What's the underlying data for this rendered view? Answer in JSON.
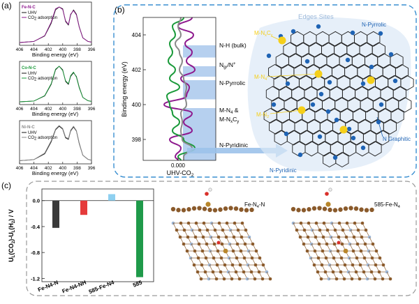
{
  "panels": {
    "a": {
      "label": "(a)"
    },
    "b": {
      "label": "(b)"
    },
    "c": {
      "label": "(c)"
    }
  },
  "colors": {
    "fe": "#8e1a8e",
    "co": "#1a9a3a",
    "ni": "#8a8a8a",
    "uhv": "#111111",
    "dash": "#3a8fd1",
    "band": "#a9c8ec",
    "pyr_n": "#1e63b4",
    "metal": "#f5cf1a",
    "c_label": "#1e63b4",
    "bar_feN": "#3a3a3a",
    "bar_NH": "#e53b3b",
    "bar_585Fe": "#8fd0f0",
    "bar_585": "#1f9a4a",
    "arrow": "#9cc2ea"
  },
  "chart_data": [
    {
      "id": "a-top",
      "type": "line",
      "legend": [
        "Fe-N-C",
        "UHV",
        "CO2 adsorption"
      ],
      "xlabel": "Binding energy (eV)",
      "xticks": [
        "406",
        "404",
        "402",
        "400",
        "398",
        "396"
      ],
      "xlim": [
        406,
        396
      ],
      "series": [
        {
          "name": "UHV",
          "x": [
            406,
            404,
            402.5,
            401.6,
            401,
            400.5,
            400,
            399.6,
            399.2,
            398.9,
            398.5,
            398.1,
            397.7,
            397.2,
            396.5,
            396
          ],
          "y": [
            0.02,
            0.05,
            0.2,
            0.55,
            0.92,
            1.0,
            0.95,
            0.6,
            0.5,
            0.78,
            0.92,
            0.8,
            0.45,
            0.15,
            0.05,
            0.03
          ]
        },
        {
          "name": "CO2 adsorption",
          "x": [
            406,
            404,
            402.5,
            401.6,
            401,
            400.5,
            400,
            399.6,
            399.2,
            398.9,
            398.5,
            398.1,
            397.7,
            397.2,
            396.5,
            396
          ],
          "y": [
            0.02,
            0.05,
            0.21,
            0.58,
            0.95,
            1.0,
            0.93,
            0.62,
            0.52,
            0.8,
            0.9,
            0.78,
            0.44,
            0.15,
            0.05,
            0.03
          ]
        }
      ]
    },
    {
      "id": "a-mid",
      "type": "line",
      "legend": [
        "Co-N-C",
        "UHV",
        "CO2 adsorption"
      ],
      "xlabel": "Binding energy (eV)",
      "xticks": [
        "406",
        "404",
        "402",
        "400",
        "398",
        "396"
      ],
      "xlim": [
        406,
        396
      ],
      "series": [
        {
          "name": "UHV",
          "x": [
            406,
            404,
            402.5,
            401.6,
            401,
            400.5,
            400,
            399.6,
            399.2,
            398.9,
            398.5,
            398.1,
            397.7,
            397.2,
            396.5,
            396
          ],
          "y": [
            0.02,
            0.04,
            0.18,
            0.5,
            0.9,
            1.0,
            0.9,
            0.58,
            0.5,
            0.72,
            0.82,
            0.72,
            0.42,
            0.14,
            0.05,
            0.03
          ]
        },
        {
          "name": "CO2 adsorption",
          "x": [
            406,
            404,
            402.5,
            401.6,
            401,
            400.5,
            400,
            399.6,
            399.2,
            398.9,
            398.5,
            398.1,
            397.7,
            397.2,
            396.5,
            396
          ],
          "y": [
            0.02,
            0.04,
            0.19,
            0.52,
            0.92,
            1.0,
            0.88,
            0.6,
            0.52,
            0.74,
            0.84,
            0.7,
            0.4,
            0.14,
            0.05,
            0.03
          ]
        }
      ]
    },
    {
      "id": "a-bot",
      "type": "line",
      "legend": [
        "Ni-N-C",
        "UHV",
        "CO2 adsorption"
      ],
      "xlabel": "Binding energy (eV)",
      "xticks": [
        "406",
        "404",
        "402",
        "400",
        "398",
        "396"
      ],
      "xlim": [
        406,
        396
      ],
      "series": [
        {
          "name": "UHV",
          "x": [
            406,
            404,
            402.5,
            401.6,
            401,
            400.5,
            400,
            399.6,
            399.2,
            398.9,
            398.5,
            398.1,
            397.7,
            397.2,
            396.5,
            396
          ],
          "y": [
            0.03,
            0.06,
            0.22,
            0.55,
            0.88,
            0.98,
            0.9,
            0.66,
            0.62,
            0.85,
            0.96,
            0.85,
            0.5,
            0.18,
            0.07,
            0.04
          ]
        },
        {
          "name": "CO2 adsorption",
          "x": [
            406,
            404,
            402.5,
            401.6,
            401,
            400.5,
            400,
            399.6,
            399.2,
            398.9,
            398.5,
            398.1,
            397.7,
            397.2,
            396.5,
            396
          ],
          "y": [
            0.03,
            0.06,
            0.24,
            0.58,
            0.9,
            1.0,
            0.92,
            0.68,
            0.64,
            0.87,
            0.98,
            0.86,
            0.52,
            0.18,
            0.07,
            0.04
          ]
        }
      ]
    },
    {
      "id": "b",
      "type": "line",
      "xlabel": "UHV-CO2",
      "ylabel": "Binding energy (eV)",
      "xticks": [
        "0.000"
      ],
      "yticks": [
        "404",
        "402",
        "400",
        "398"
      ],
      "ylim": [
        396.8,
        405.0
      ],
      "bands": [
        {
          "label": "N-H (bulk)",
          "range": [
            402.7,
            403.4
          ]
        },
        {
          "label": "Ngr/N+",
          "range": [
            401.6,
            402.2
          ]
        },
        {
          "label": "N-Pyrrolic",
          "range": [
            400.3,
            401.4
          ]
        },
        {
          "label": "M-N4 & M-NxCy",
          "range": [
            397.5,
            399.8
          ]
        },
        {
          "label": "N-Pyridinic",
          "range": [
            396.8,
            397.5
          ]
        }
      ],
      "series": [
        {
          "name": "Fe",
          "y": [
            405.0,
            404.5,
            404.0,
            403.5,
            403.0,
            402.5,
            402.0,
            401.5,
            401.0,
            400.5,
            400.0,
            399.5,
            399.0,
            398.5,
            398.0,
            397.5,
            397.0,
            396.8
          ],
          "x": [
            0.5,
            0.0,
            0.55,
            0.25,
            0.5,
            0.3,
            0.6,
            0.1,
            0.4,
            0.3,
            -0.5,
            0.5,
            0.2,
            0.5,
            -0.3,
            0.1,
            -0.1,
            0.0
          ]
        },
        {
          "name": "Co",
          "y": [
            405.0,
            404.5,
            404.0,
            403.5,
            403.0,
            402.5,
            402.0,
            401.5,
            401.0,
            400.5,
            400.0,
            399.5,
            399.0,
            398.5,
            398.0,
            397.5,
            397.0,
            396.8
          ],
          "x": [
            0.2,
            -0.2,
            -0.1,
            -0.3,
            -0.2,
            -0.35,
            -0.1,
            -0.3,
            0.05,
            -0.4,
            -0.3,
            -0.2,
            0.05,
            -0.2,
            0.2,
            0.6,
            0.0,
            0.1
          ]
        },
        {
          "name": "Ni",
          "y": [
            405.0,
            404.5,
            404.0,
            403.5,
            403.0,
            402.5,
            402.0,
            401.5,
            401.0,
            400.5,
            400.0,
            399.5,
            399.0,
            398.5,
            398.0,
            397.5,
            397.0,
            396.8
          ],
          "x": [
            0.1,
            0.0,
            0.1,
            -0.1,
            0.05,
            0.15,
            0.05,
            0.2,
            0.3,
            0.25,
            0.3,
            0.1,
            0.15,
            0.1,
            0.15,
            0.5,
            0.2,
            0.2
          ]
        }
      ]
    },
    {
      "id": "c",
      "type": "bar",
      "ylabel": "UL(CO2)-UL(H2) / V",
      "categories": [
        "Fe-N4-N",
        "Fe-N4-NH",
        "585-Fe-N4",
        "585"
      ],
      "values": [
        -0.42,
        -0.22,
        0.1,
        -1.18
      ],
      "yticks": [
        "0.0",
        "-0.4",
        "-0.8",
        "-1.2"
      ],
      "ylim": [
        -1.25,
        0.18
      ]
    }
  ],
  "structure_labels": {
    "edges_sites": "Edges Sites",
    "n_pyrrolic": "N-Pyrrolic",
    "mnxcy": "M-N",
    "mn4": "M-N",
    "mn2": "M-N",
    "n_graphitic": "N Graphitic",
    "n_pyridinic": "N-Pyridinic"
  },
  "model_labels": {
    "left": "Fe-N4-N",
    "right": "585-Fe-N4"
  }
}
